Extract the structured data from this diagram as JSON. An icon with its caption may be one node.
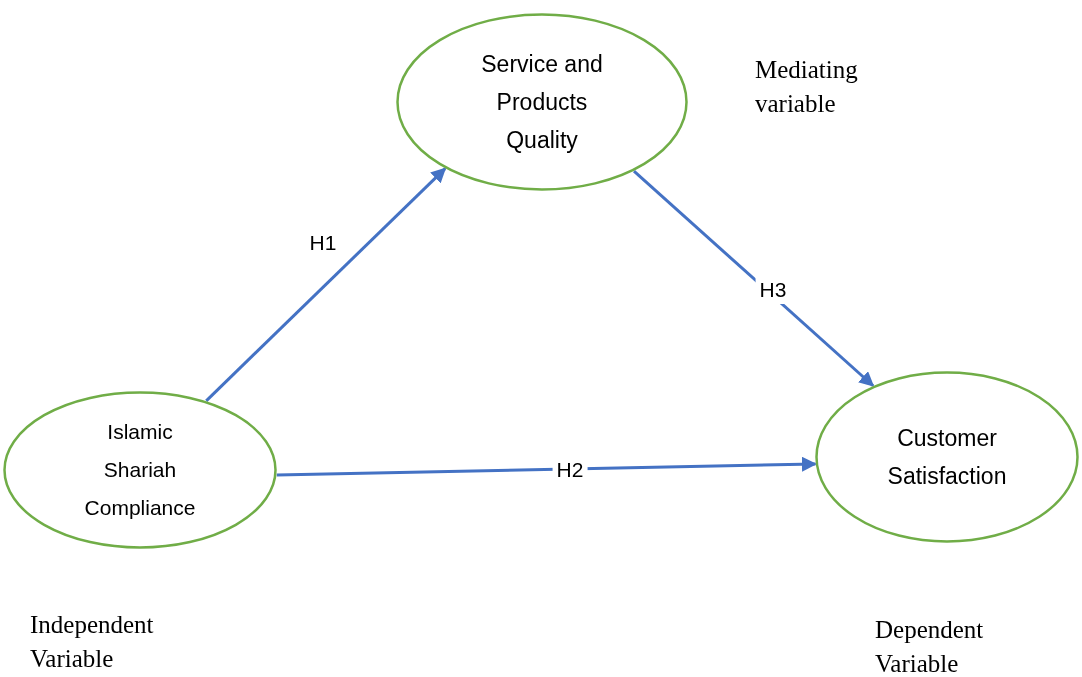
{
  "diagram": {
    "nodes": [
      {
        "text": [
          "Service and Products Quality"
        ],
        "beside": [
          "Mediating variable"
        ]
      },
      {
        "text": [
          "Islamic Shariah Compliance"
        ],
        "beside": [
          "Independent Variable"
        ]
      },
      {
        "text": [
          "Customer Satisfaction"
        ],
        "beside": [
          "Dependent Variable"
        ]
      }
    ],
    "edges": [
      {
        "from": 1,
        "to": 0,
        "arrow": "to",
        "label": "H1"
      },
      {
        "from": 1,
        "to": 2,
        "arrow": "to",
        "label": "H2"
      },
      {
        "from": 0,
        "to": 2,
        "arrow": "to",
        "label": "H3"
      }
    ]
  }
}
